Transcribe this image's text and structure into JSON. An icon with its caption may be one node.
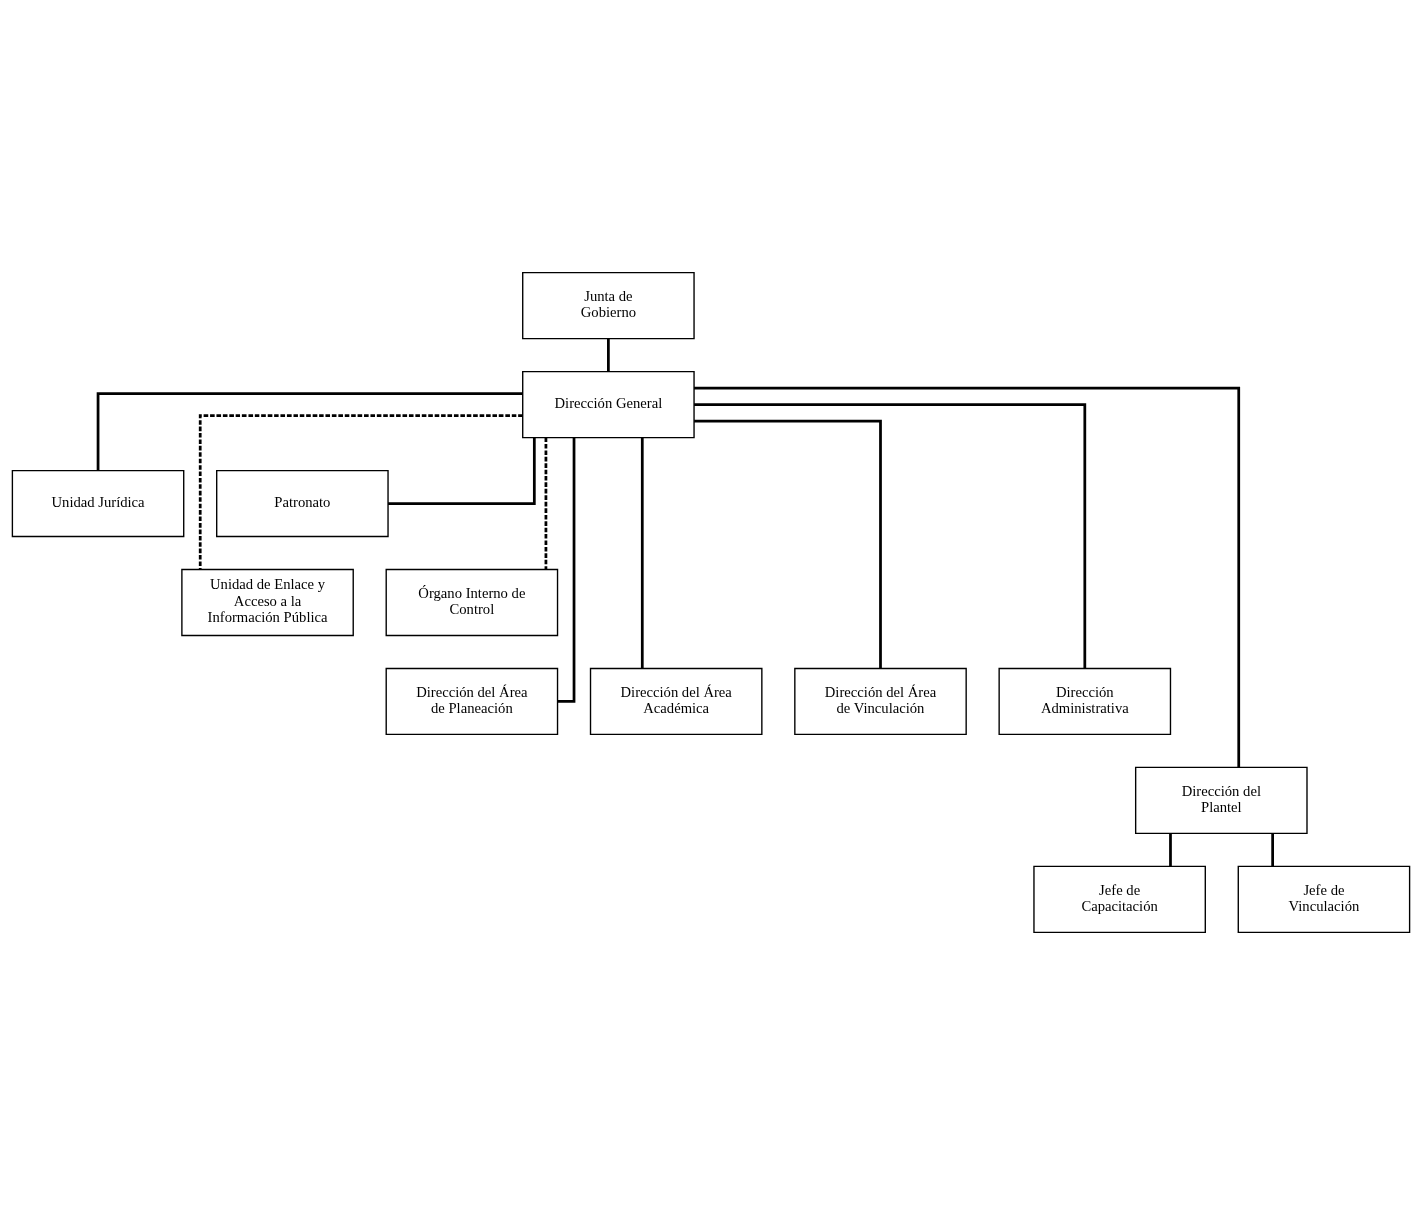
{
  "diagram": {
    "nodes": [
      {
        "text": [
          "Junta de Gobierno"
        ]
      },
      {
        "text": [
          "Dirección General"
        ]
      },
      {
        "text": [
          "Unidad Jurídica"
        ]
      },
      {
        "text": [
          "Patronato"
        ]
      },
      {
        "text": [
          "Unidad de Enlace y Acceso a la Información Pública"
        ]
      },
      {
        "text": [
          "Órgano Interno de Control"
        ]
      },
      {
        "text": [
          "Dirección del Área de Planeación"
        ]
      },
      {
        "text": [
          "Dirección del Área Académica"
        ]
      },
      {
        "text": [
          "Dirección del Área de Vinculación"
        ]
      },
      {
        "text": [
          "Dirección Administrativa"
        ]
      },
      {
        "text": [
          "Dirección del Plantel"
        ]
      },
      {
        "text": [
          "Jefe de Capacitación"
        ]
      },
      {
        "text": [
          "Jefe de Vinculación"
        ]
      }
    ],
    "edges": [
      {
        "from": 0,
        "to": 1,
        "arrow": "none"
      },
      {
        "from": 1,
        "to": 2,
        "arrow": "none"
      },
      {
        "from": 1,
        "to": 3,
        "arrow": "none"
      },
      {
        "from": 1,
        "to": 4,
        "arrow": "none",
        "style": "dashed"
      },
      {
        "from": 1,
        "to": 5,
        "arrow": "none",
        "style": "dashed"
      },
      {
        "from": 1,
        "to": 6,
        "arrow": "none"
      },
      {
        "from": 1,
        "to": 7,
        "arrow": "none"
      },
      {
        "from": 1,
        "to": 8,
        "arrow": "none"
      },
      {
        "from": 1,
        "to": 9,
        "arrow": "none"
      },
      {
        "from": 1,
        "to": 10,
        "arrow": "none"
      },
      {
        "from": 10,
        "to": 11,
        "arrow": "none"
      },
      {
        "from": 10,
        "to": 12,
        "arrow": "none"
      }
    ]
  }
}
